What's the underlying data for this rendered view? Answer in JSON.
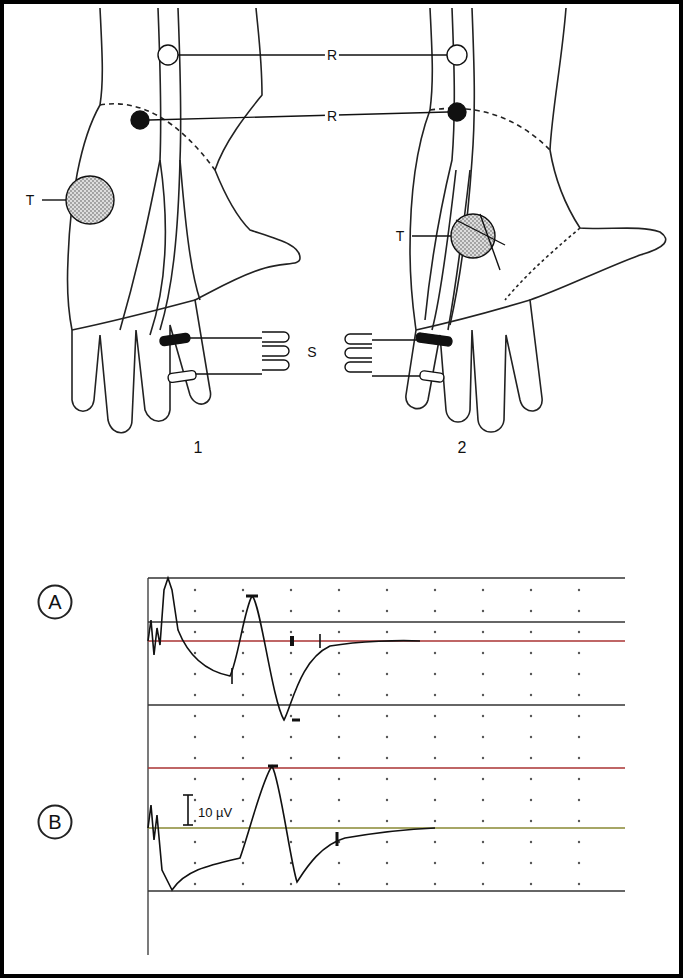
{
  "diagram": {
    "nodes": [
      {
        "text": [
          "A"
        ]
      },
      {
        "text": [
          "B"
        ]
      }
    ],
    "labels": [
      "R",
      "R",
      "T",
      "T",
      "S",
      "1",
      "2",
      "10 µV"
    ]
  }
}
